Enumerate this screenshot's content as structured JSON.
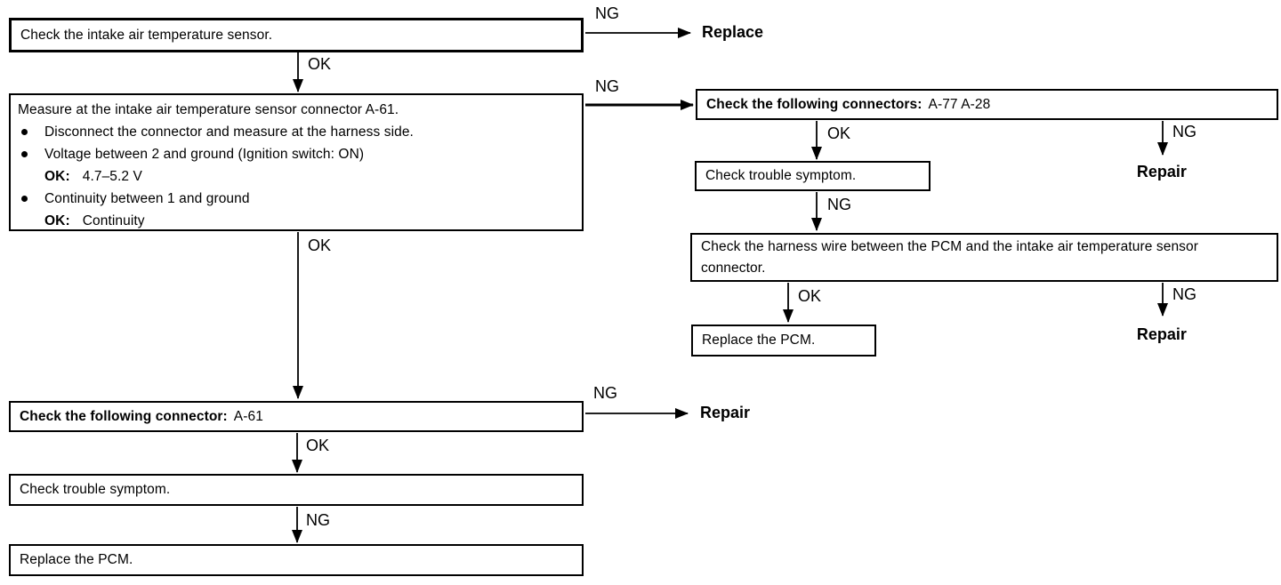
{
  "flowchart": {
    "left": {
      "box1": {
        "text": "Check the intake air temperature sensor."
      },
      "box2": {
        "title": "Measure at the intake air temperature sensor connector A-61.",
        "bullets": [
          {
            "text": "Disconnect the connector and measure at the harness side."
          },
          {
            "text": "Voltage between 2 and ground (Ignition switch: ON)",
            "ok_label": "OK:",
            "ok_value": "4.7–5.2 V"
          },
          {
            "text": "Continuity between 1 and ground",
            "ok_label": "OK:",
            "ok_value": "Continuity"
          }
        ]
      },
      "box3": {
        "label": "Check the following connector:",
        "value": "A-61"
      },
      "box4": {
        "text": "Check trouble symptom."
      },
      "box5": {
        "text": "Replace the PCM."
      }
    },
    "right": {
      "box1": {
        "label": "Check the following connectors:",
        "value": "A-77 A-28"
      },
      "box2": {
        "text": "Check trouble symptom."
      },
      "box3": {
        "text": "Check the harness wire between the PCM and the intake air temperature sensor connector."
      },
      "box4": {
        "text": "Replace the PCM."
      }
    },
    "edge_labels": {
      "ng": "NG",
      "ok": "OK"
    },
    "terminals": {
      "replace": "Replace",
      "repair": "Repair"
    },
    "colors": {
      "ink": "#000000",
      "background": "#ffffff"
    }
  }
}
